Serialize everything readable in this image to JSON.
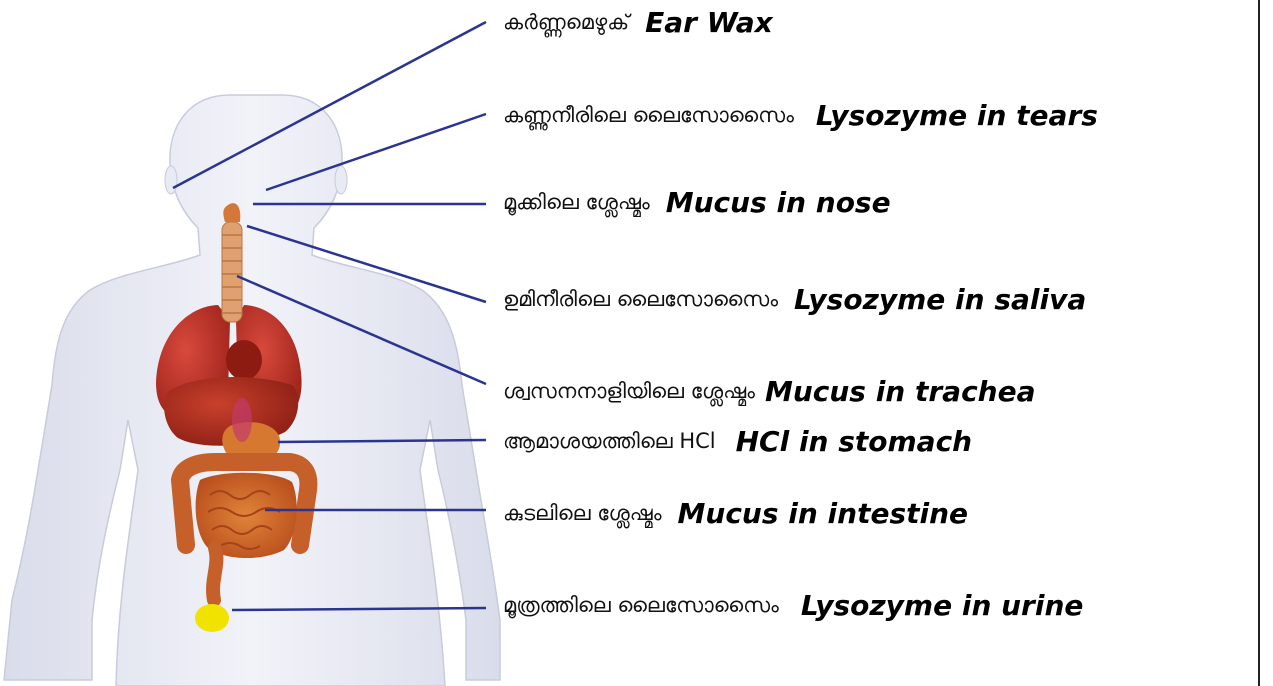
{
  "labels": [
    {
      "malayalam": "കർണ്ണമെഴുക്",
      "english": "Ear Wax"
    },
    {
      "malayalam": "കണ്ണുനീരിലെ ലൈസോസൈം",
      "english": "Lysozyme in tears"
    },
    {
      "malayalam": "മൂക്കിലെ ശ്ലേഷ്മം",
      "english": "Mucus in nose"
    },
    {
      "malayalam": "ഉമിനീരിലെ ലൈസോസൈം",
      "english": "Lysozyme in saliva"
    },
    {
      "malayalam": "ശ്വസനനാളിയിലെ ശ്ലേഷ്മം",
      "english": "Mucus in trachea"
    },
    {
      "malayalam": "ആമാശയത്തിലെ HCl",
      "english": "HCl in stomach"
    },
    {
      "malayalam": "കുടലിലെ ശ്ലേഷ്മം",
      "english": "Mucus in intestine"
    },
    {
      "malayalam": "മൂത്രത്തിലെ ലൈസോസൈം",
      "english": "Lysozyme in urine"
    }
  ],
  "colors": {
    "leader_line": "#2b3591",
    "body": "#e6e8f2",
    "organ_red": "#b82c22",
    "organ_orange": "#d4702c",
    "trachea": "#e0a070",
    "bladder": "#f2e200"
  }
}
